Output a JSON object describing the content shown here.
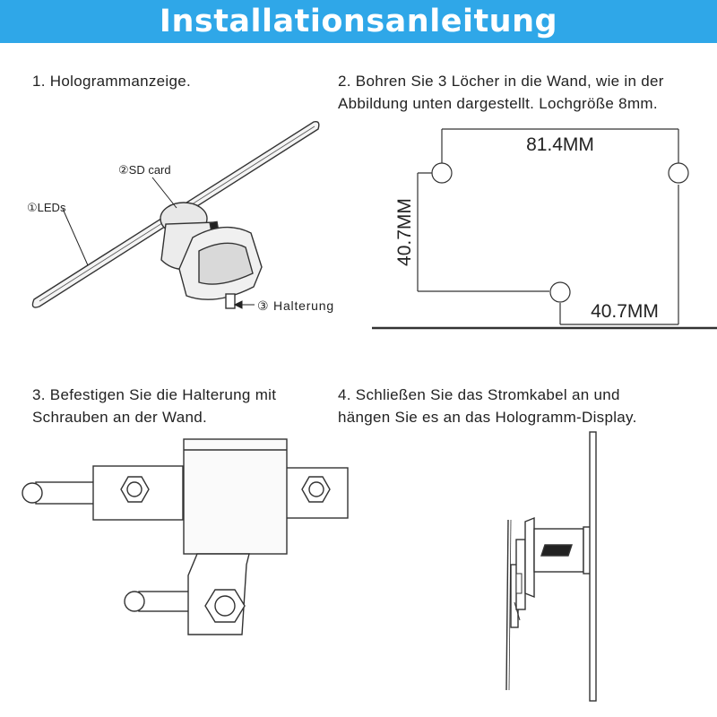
{
  "title": "Installationsanleitung",
  "colors": {
    "banner": "#2fa7e8",
    "title_text": "#ffffff",
    "line": "#333333"
  },
  "steps": [
    {
      "text": "1. Hologrammanzeige."
    },
    {
      "line1": "2. Bohren Sie 3 Löcher in die Wand, wie in der",
      "line2": "Abbildung unten dargestellt. Lochgröße 8mm."
    },
    {
      "line1": "3. Befestigen Sie die Halterung mit",
      "line2": "Schrauben an der Wand."
    },
    {
      "line1": "4. Schließen Sie das Stromkabel an und",
      "line2": "hängen Sie es an das Hologramm-Display."
    }
  ],
  "device_labels": {
    "sd_card": "②SD card",
    "leds": "①LEDs",
    "bracket": "③ Halterung"
  },
  "drill_diagram": {
    "width_label": "81.4MM",
    "height_label": "40.7MM",
    "offset_label": "40.7MM"
  }
}
